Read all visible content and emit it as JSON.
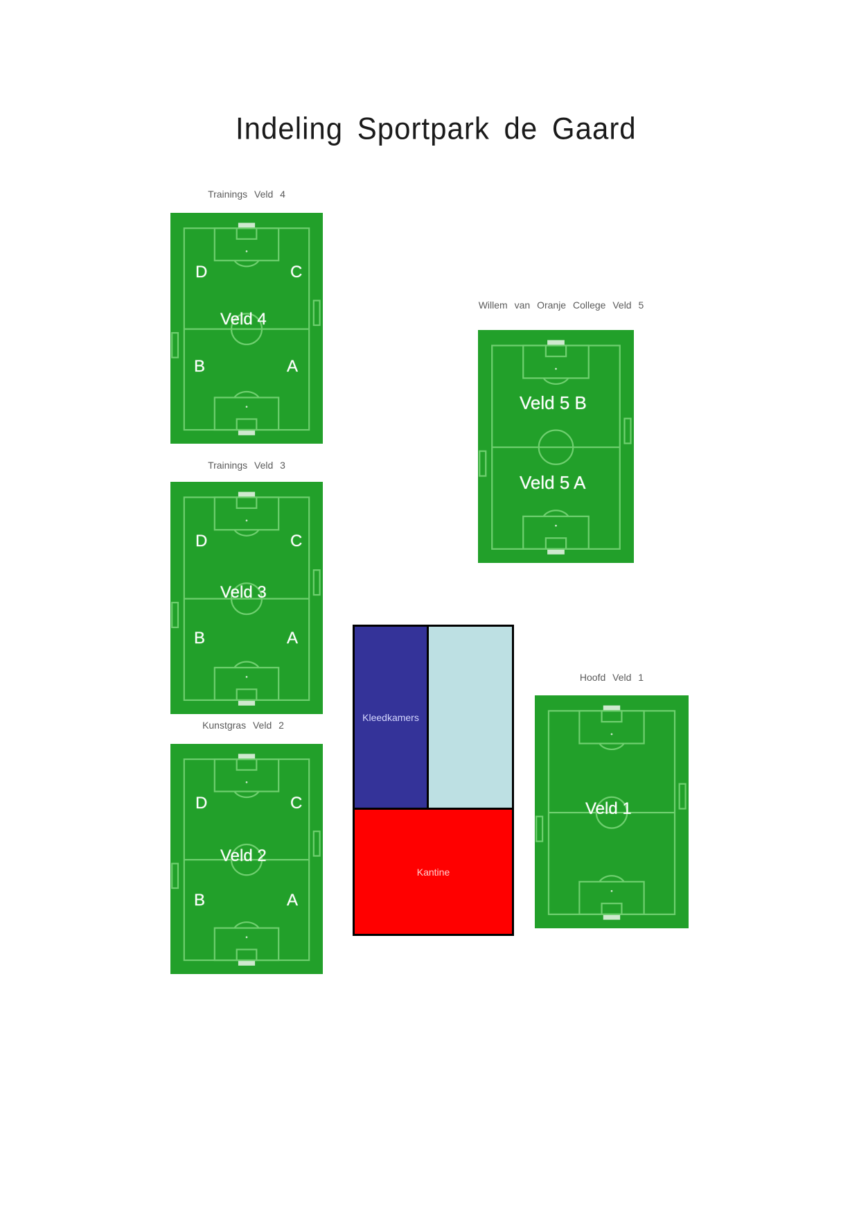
{
  "title": "Indeling Sportpark de Gaard",
  "colors": {
    "pitch_green": "#22a02a",
    "pitch_lines": "#6fcf6f",
    "kleedkamers": "#343399",
    "empty_room": "#bde0e3",
    "kantine": "#ff0000",
    "building_border": "#000000"
  },
  "fields": {
    "veld4": {
      "caption": "Trainings Veld 4",
      "center_label": "Veld 4",
      "quadrants": {
        "tl": "D",
        "tr": "C",
        "bl": "B",
        "br": "A"
      }
    },
    "veld3": {
      "caption": "Trainings Veld 3",
      "center_label": "Veld 3",
      "quadrants": {
        "tl": "D",
        "tr": "C",
        "bl": "B",
        "br": "A"
      }
    },
    "veld2": {
      "caption": "Kunstgras Veld 2",
      "center_label": "Veld 2",
      "quadrants": {
        "tl": "D",
        "tr": "C",
        "bl": "B",
        "br": "A"
      }
    },
    "veld5": {
      "caption": "Willem van Oranje College Veld 5",
      "top_label": "Veld 5 B",
      "bottom_label": "Veld 5 A"
    },
    "veld1": {
      "caption": "Hoofd Veld 1",
      "center_label": "Veld 1"
    }
  },
  "building": {
    "kleedkamers": "Kleedkamers",
    "empty": "",
    "kantine": "Kantine"
  }
}
